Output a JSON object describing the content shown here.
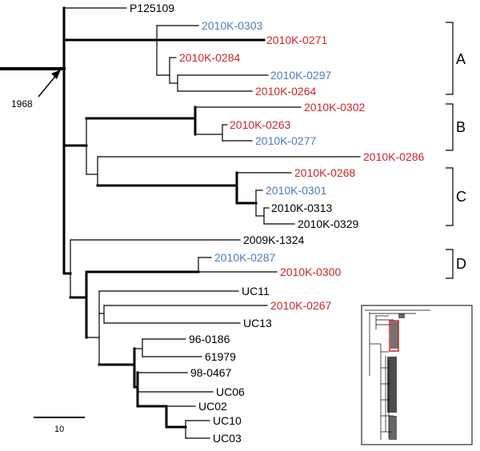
{
  "colors": {
    "red": "#c8262c",
    "blue": "#4f7bbd",
    "black": "#000000"
  },
  "leaves": [
    {
      "label": "P125109",
      "color": "black"
    },
    {
      "label": "2010K-0303",
      "color": "blue"
    },
    {
      "label": "2010K-0271",
      "color": "red"
    },
    {
      "label": "2010K-0284",
      "color": "red"
    },
    {
      "label": "2010K-0297",
      "color": "blue"
    },
    {
      "label": "2010K-0264",
      "color": "red"
    },
    {
      "label": "2010K-0302",
      "color": "red"
    },
    {
      "label": "2010K-0263",
      "color": "red"
    },
    {
      "label": "2010K-0277",
      "color": "blue"
    },
    {
      "label": "2010K-0286",
      "color": "red"
    },
    {
      "label": "2010K-0268",
      "color": "red"
    },
    {
      "label": "2010K-0301",
      "color": "blue"
    },
    {
      "label": "2010K-0313",
      "color": "black"
    },
    {
      "label": "2010K-0329",
      "color": "black"
    },
    {
      "label": "2009K-1324",
      "color": "black"
    },
    {
      "label": "2010K-0287",
      "color": "blue"
    },
    {
      "label": "2010K-0300",
      "color": "red"
    },
    {
      "label": "UC11",
      "color": "black"
    },
    {
      "label": "2010K-0267",
      "color": "red"
    },
    {
      "label": "UC13",
      "color": "black"
    },
    {
      "label": "96-0186",
      "color": "black"
    },
    {
      "label": "61979",
      "color": "black"
    },
    {
      "label": "98-0467",
      "color": "black"
    },
    {
      "label": "UC06",
      "color": "black"
    },
    {
      "label": "UC02",
      "color": "black"
    },
    {
      "label": "UC10",
      "color": "black"
    },
    {
      "label": "UC03",
      "color": "black"
    }
  ],
  "clades": [
    "A",
    "B",
    "C",
    "D"
  ],
  "annotation": {
    "year": "1968"
  },
  "scale_bar": {
    "label": "10"
  }
}
